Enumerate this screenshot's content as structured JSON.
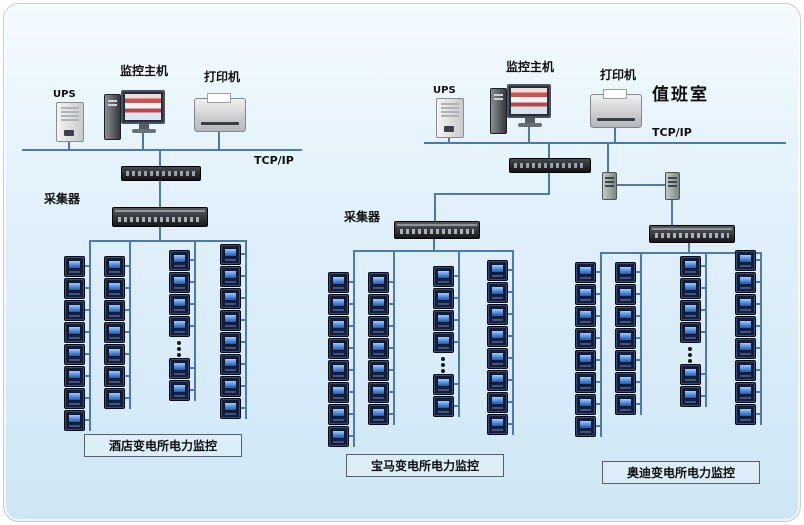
{
  "colors": {
    "line": "#4a7ab0",
    "meter_screen": "#3f7fd9"
  },
  "labels": {
    "hotel": {
      "ups": "UPS",
      "host": "监控主机",
      "printer": "打印机",
      "network": "TCP/IP",
      "collector": "采集器",
      "caption": "酒店变电所电力监控"
    },
    "main": {
      "ups": "UPS",
      "host": "监控主机",
      "printer": "打印机",
      "network": "TCP/IP",
      "duty_room": "值班室"
    },
    "bmw": {
      "collector": "采集器",
      "caption": "宝马变电所电力监控"
    },
    "audi": {
      "caption": "奥迪变电所电力监控"
    }
  },
  "meter_groups": {
    "hotel": [
      {
        "count": 8
      },
      {
        "count": 7
      },
      {
        "count": 4,
        "ellipsis": true,
        "count_after": 2
      },
      {
        "count": 8
      }
    ],
    "bmw": [
      {
        "count": 8
      },
      {
        "count": 7
      },
      {
        "count": 4,
        "ellipsis": true,
        "count_after": 2
      },
      {
        "count": 8
      }
    ],
    "audi": [
      {
        "count": 8
      },
      {
        "count": 7
      },
      {
        "count": 4,
        "ellipsis": true,
        "count_after": 2
      },
      {
        "count": 8
      }
    ]
  }
}
